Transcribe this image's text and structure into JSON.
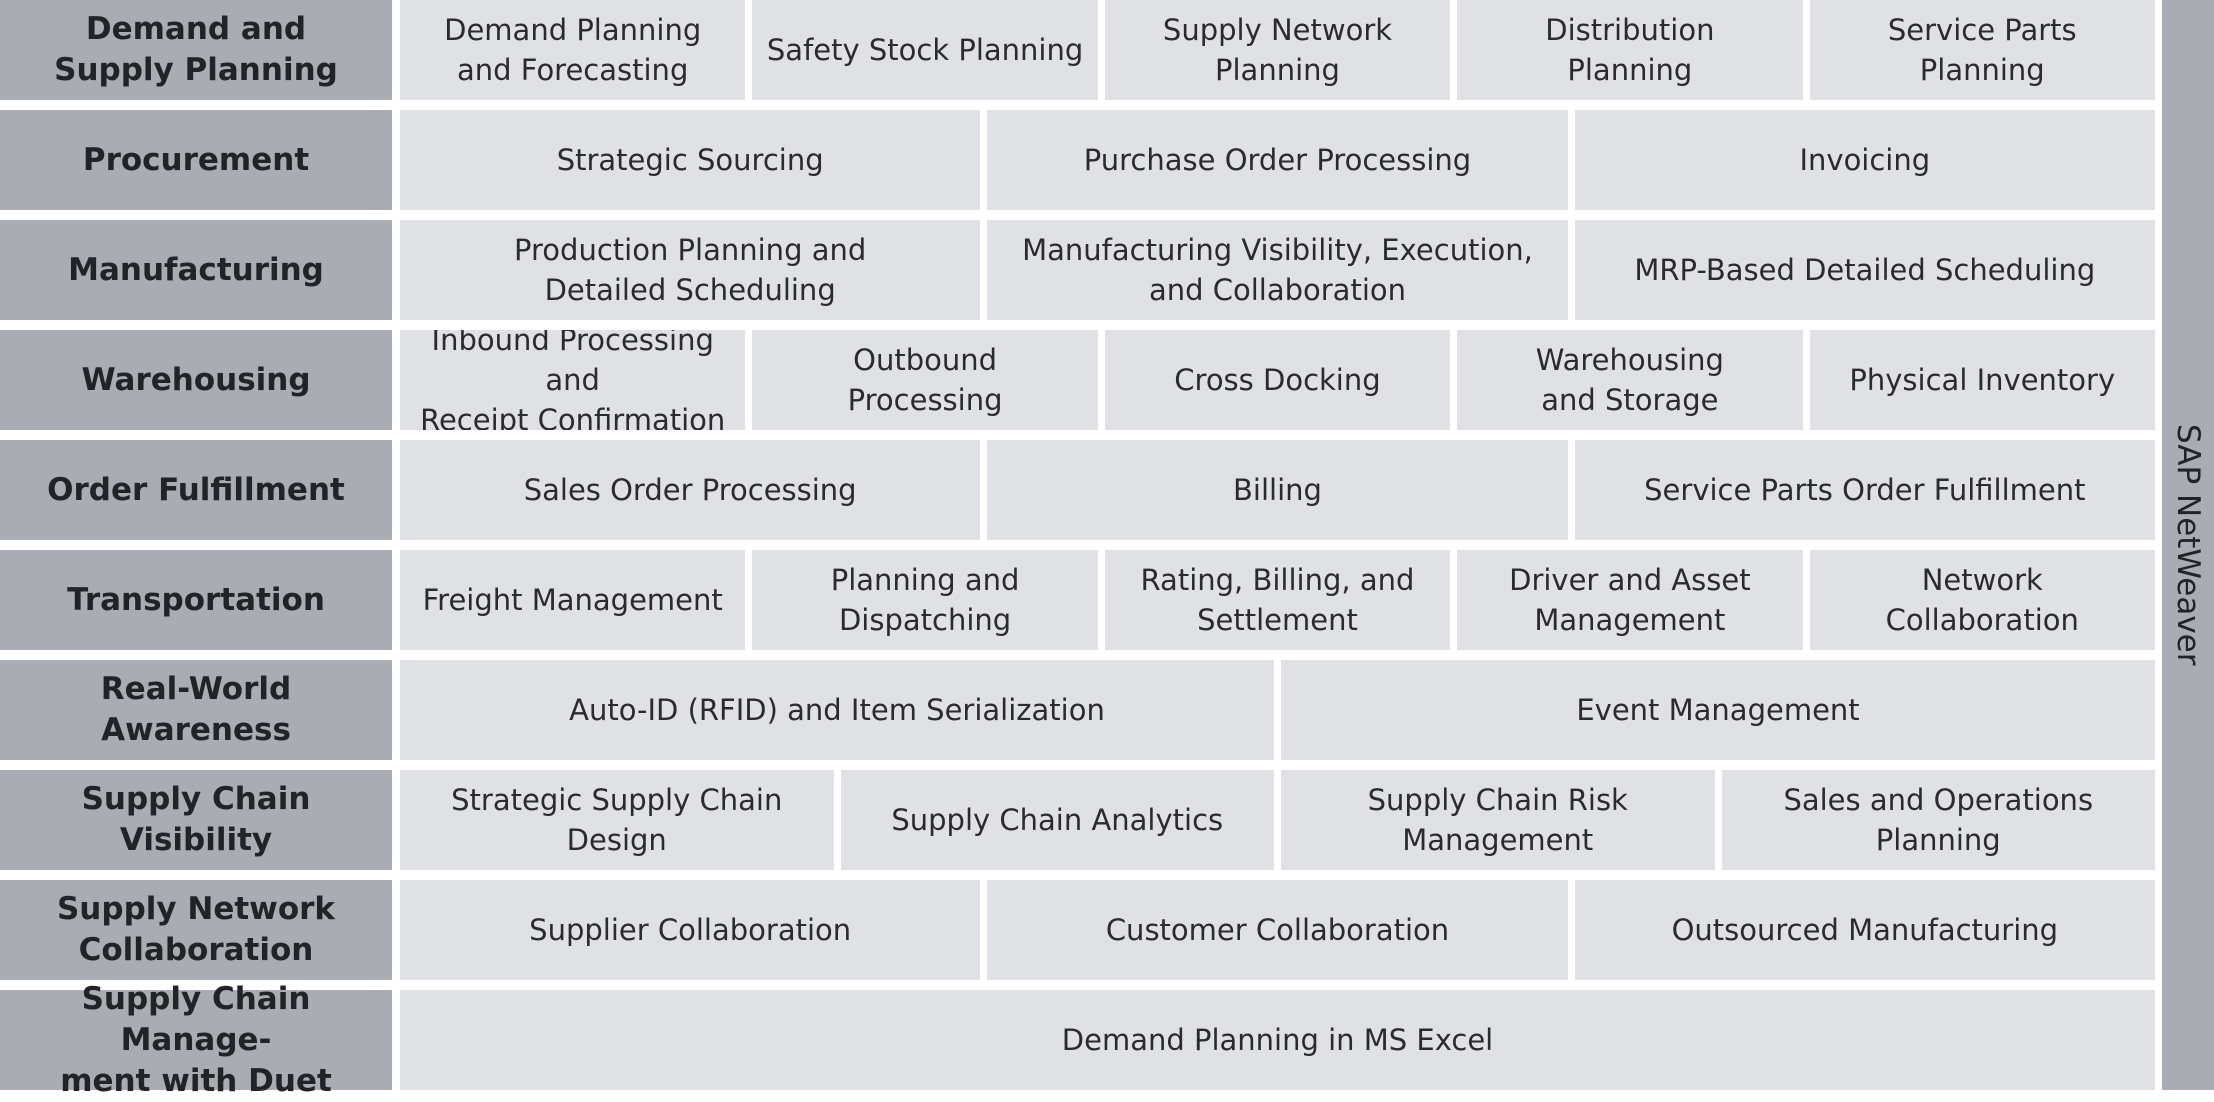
{
  "rows": [
    {
      "label": "Demand and\nSupply Planning",
      "cells": [
        "Demand Planning\nand Forecasting",
        "Safety Stock Planning",
        "Supply Network\nPlanning",
        "Distribution\nPlanning",
        "Service Parts\nPlanning"
      ]
    },
    {
      "label": "Procurement",
      "cells": [
        "Strategic Sourcing",
        "Purchase Order Processing",
        "Invoicing"
      ]
    },
    {
      "label": "Manufacturing",
      "cells": [
        "Production Planning and\nDetailed Scheduling",
        "Manufacturing Visibility, Execution,\nand Collaboration",
        "MRP-Based Detailed Scheduling"
      ]
    },
    {
      "label": "Warehousing",
      "cells": [
        "Inbound Processing and\nReceipt Confirmation",
        "Outbound\nProcessing",
        "Cross Docking",
        "Warehousing\nand Storage",
        "Physical Inventory"
      ]
    },
    {
      "label": "Order Fulfillment",
      "cells": [
        "Sales Order Processing",
        "Billing",
        "Service Parts Order Fulfillment"
      ]
    },
    {
      "label": "Transportation",
      "cells": [
        "Freight Management",
        "Planning and\nDispatching",
        "Rating, Billing, and\nSettlement",
        "Driver and Asset\nManagement",
        "Network\nCollaboration"
      ]
    },
    {
      "label": "Real-World Awareness",
      "cells": [
        "Auto-ID (RFID) and Item Serialization",
        "Event Management"
      ]
    },
    {
      "label": "Supply Chain Visibility",
      "cells": [
        "Strategic Supply Chain\nDesign",
        "Supply Chain Analytics",
        "Supply Chain Risk\nManagement",
        "Sales and Operations\nPlanning"
      ]
    },
    {
      "label": "Supply Network\nCollaboration",
      "cells": [
        "Supplier Collaboration",
        "Customer Collaboration",
        "Outsourced Manufacturing"
      ]
    },
    {
      "label": "Supply Chain Manage-\nment with Duet",
      "cells": [
        "Demand Planning in MS Excel"
      ]
    }
  ],
  "sidebar_label": "SAP NetWeaver"
}
